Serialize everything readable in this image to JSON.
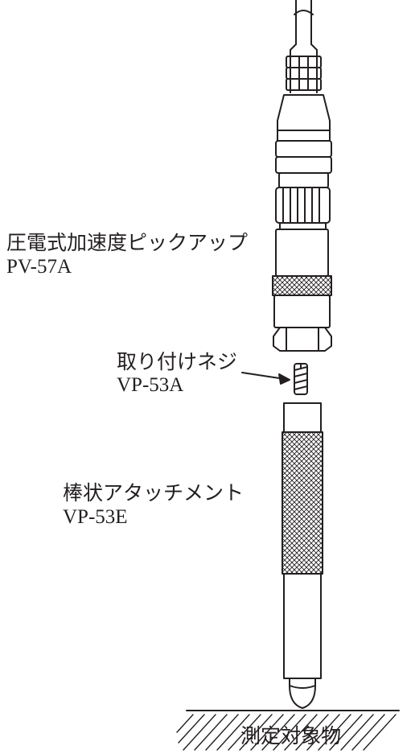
{
  "labels": {
    "pickup": {
      "name": "圧電式加速度ピックアップ",
      "model": "PV-57A"
    },
    "screw": {
      "name": "取り付けネジ",
      "model": "VP-53A"
    },
    "attachment": {
      "name": "棒状アタッチメント",
      "model": "VP-53E"
    },
    "target": "測定対象物"
  },
  "colors": {
    "ink": "#231f20",
    "background": "#ffffff"
  }
}
